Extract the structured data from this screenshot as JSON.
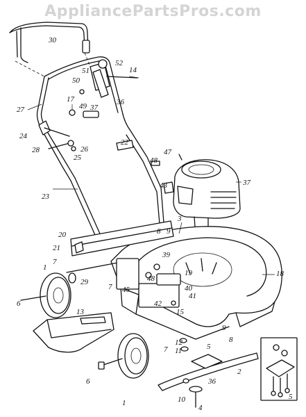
{
  "watermark": "AppliancePartsPros.com",
  "labels": [
    {
      "id": "30",
      "text": "30"
    },
    {
      "id": "52",
      "text": "52"
    },
    {
      "id": "51",
      "text": "51"
    },
    {
      "id": "14",
      "text": "14"
    },
    {
      "id": "50",
      "text": "50"
    },
    {
      "id": "49",
      "text": "49"
    },
    {
      "id": "36a",
      "text": "36"
    },
    {
      "id": "37a",
      "text": "37"
    },
    {
      "id": "17",
      "text": "17"
    },
    {
      "id": "27",
      "text": "27"
    },
    {
      "id": "24",
      "text": "24"
    },
    {
      "id": "28",
      "text": "28"
    },
    {
      "id": "26",
      "text": "26"
    },
    {
      "id": "25",
      "text": "25"
    },
    {
      "id": "22",
      "text": "22"
    },
    {
      "id": "47",
      "text": "47"
    },
    {
      "id": "48a",
      "text": "48"
    },
    {
      "id": "43",
      "text": "43"
    },
    {
      "id": "37b",
      "text": "37"
    },
    {
      "id": "23",
      "text": "23"
    },
    {
      "id": "3",
      "text": "3"
    },
    {
      "id": "20",
      "text": "20"
    },
    {
      "id": "8a",
      "text": "8"
    },
    {
      "id": "9a",
      "text": "9"
    },
    {
      "id": "21",
      "text": "21"
    },
    {
      "id": "7a",
      "text": "7"
    },
    {
      "id": "1a",
      "text": "1"
    },
    {
      "id": "18",
      "text": "18"
    },
    {
      "id": "19",
      "text": "19"
    },
    {
      "id": "39",
      "text": "39"
    },
    {
      "id": "48b",
      "text": "48"
    },
    {
      "id": "40",
      "text": "40"
    },
    {
      "id": "45",
      "text": "45"
    },
    {
      "id": "29",
      "text": "29"
    },
    {
      "id": "7b",
      "text": "7"
    },
    {
      "id": "41",
      "text": "41"
    },
    {
      "id": "42",
      "text": "42"
    },
    {
      "id": "15",
      "text": "15"
    },
    {
      "id": "6",
      "text": "6"
    },
    {
      "id": "13",
      "text": "13"
    },
    {
      "id": "9b",
      "text": "9"
    },
    {
      "id": "8b",
      "text": "8"
    },
    {
      "id": "12",
      "text": "12"
    },
    {
      "id": "11",
      "text": "11"
    },
    {
      "id": "5a",
      "text": "5"
    },
    {
      "id": "7c",
      "text": "7"
    },
    {
      "id": "2",
      "text": "2"
    },
    {
      "id": "6b",
      "text": "6"
    },
    {
      "id": "1b",
      "text": "1"
    },
    {
      "id": "36b",
      "text": "36"
    },
    {
      "id": "10",
      "text": "10"
    },
    {
      "id": "4",
      "text": "4"
    },
    {
      "id": "5b",
      "text": "5"
    }
  ]
}
